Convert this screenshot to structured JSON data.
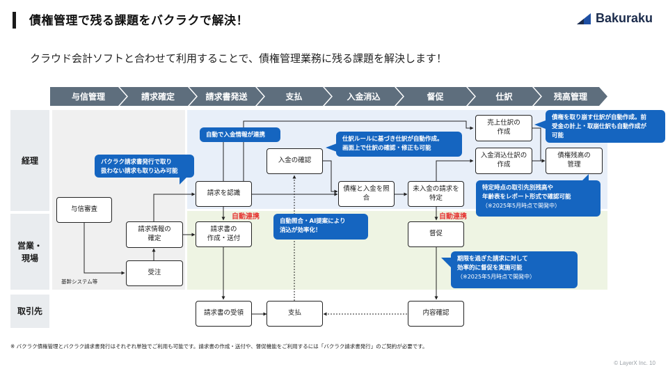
{
  "header": {
    "title": "債権管理で残る課題をバクラクで解決！",
    "brand": "Bakuraku",
    "subtitle": "クラウド会計ソフトと合わせて利用することで、債権管理業務に残る課題を解決します！"
  },
  "stages": [
    "与信管理",
    "請求確定",
    "請求書発送",
    "支払",
    "入金消込",
    "督促",
    "仕訳",
    "残高管理"
  ],
  "rows": {
    "keiri": "経理",
    "eigyo": "営業・\n現場",
    "torihikisaki": "取引先"
  },
  "nodes": {
    "yoshin_shinsa": "与信審査",
    "seikyu_joho_kakutei": "請求情報の\n確定",
    "juchu": "受注",
    "seikyu_ninshiki": "請求を認識",
    "seikyusho_sakusei": "請求書の\n作成・送付",
    "nyukin_kakunin": "入金の確認",
    "saiken_shogo": "債権と入金を照\n合",
    "minyukin_tokutei": "未入金の請求を\n特定",
    "tokusoku": "督促",
    "uriage_shiwake": "売上仕訳の\n作成",
    "nyukin_keshikomi_shiwake": "入金消込仕訳の\n作成",
    "saiken_zandaka": "債権残高の\n管理",
    "seikyusho_juryo": "請求書の受領",
    "shiharai": "支払",
    "naiyo_kakunin": "内容確認"
  },
  "callouts": {
    "c1": "バクラク請求書発行で取り\n扱わない請求も取り込み可能",
    "c2": "自動で入金情報が連携",
    "c3": "仕訳ルールに基づき仕訳が自動作成。\n画面上で仕訳の確認・修正も可能",
    "c4": "債権を取り崩す仕訳が自動作成。前\n受金の計上・取崩仕訳も自動作成が\n可能",
    "c5": "自動照合・AI提案により\n消込が効率化！",
    "c6_main": "特定時点の取引先別残高や\n年齢表をレポート形式で確認可能",
    "c6_note": "（※2025年5月時点で開発中）",
    "c7_main": "期限を過ぎた請求に対して\n効率的に督促を実施可能",
    "c7_note": "（※2025年5月時点で開発中）"
  },
  "labels": {
    "auto_link_1": "自動連携",
    "auto_link_2": "自動連携",
    "kikan_system": "基幹システム等"
  },
  "footnote": "※ バクラク債権管理とバクラク請求書発行はそれぞれ単独でご利用も可能です。請求書の作成・送付や、督促機能をご利用するには「バクラク請求書発行」のご契約が必要です。",
  "copyright": "© LayerX Inc.   10",
  "colors": {
    "stage": "#5e6e7d",
    "callout": "#1565c0",
    "zone_blue": "#e8eff9",
    "zone_green": "#eef4e3",
    "zone_gray": "#f0f0f0",
    "auto_link": "#e53935"
  }
}
